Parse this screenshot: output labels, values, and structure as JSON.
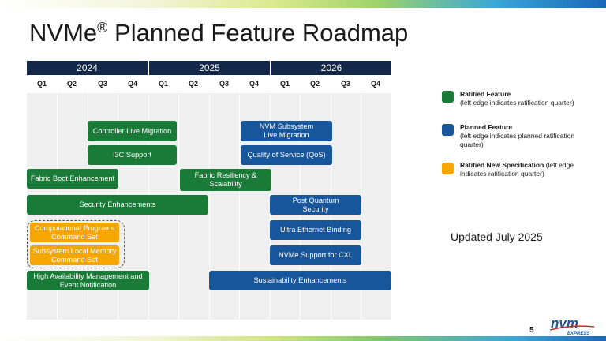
{
  "slide": {
    "title": "NVMe",
    "title_sup": "®",
    "title_rest": " Planned Feature Roadmap",
    "updated": "Updated July 2025",
    "page_number": "5",
    "logo_text": "nvm",
    "logo_sub": "EXPRESS"
  },
  "timeline": {
    "years": [
      "2024",
      "2025",
      "2026"
    ],
    "quarters": [
      "Q1",
      "Q2",
      "Q3",
      "Q4",
      "Q1",
      "Q2",
      "Q3",
      "Q4",
      "Q1",
      "Q2",
      "Q3",
      "Q4"
    ]
  },
  "features": [
    {
      "label": "Controller Live Migration",
      "type": "ratified"
    },
    {
      "label": "NVM Subsystem Live Migration",
      "type": "planned"
    },
    {
      "label": "I3C Support",
      "type": "ratified"
    },
    {
      "label": "Quality of Service (QoS)",
      "type": "planned"
    },
    {
      "label": "Fabric Boot Enhancement",
      "type": "ratified"
    },
    {
      "label": "Fabric Resiliency & Scalability",
      "type": "ratified"
    },
    {
      "label": "Security Enhancements",
      "type": "ratified"
    },
    {
      "label": "Post Quantum Security",
      "type": "planned"
    },
    {
      "label": "Computational Programs Command Set",
      "type": "new-spec"
    },
    {
      "label": "Ultra Ethernet Binding",
      "type": "planned"
    },
    {
      "label": "Subsystem Local Memory Command Set",
      "type": "new-spec"
    },
    {
      "label": "NVMe Support for CXL",
      "type": "planned"
    },
    {
      "label": "High Availability Management and Event Notification",
      "type": "ratified"
    },
    {
      "label": "Sustainability Enhancements",
      "type": "planned"
    }
  ],
  "legend": [
    {
      "title": "Ratified Feature",
      "desc": "(left edge indicates ratification quarter)",
      "color": "#1a7a38"
    },
    {
      "title": "Planned Feature",
      "desc": "(left edge indicates planned ratification quarter)",
      "color": "#17569a"
    },
    {
      "title": "Ratified New Specification",
      "desc": " (left edge indicates ratification quarter)",
      "color": "#f5a600"
    }
  ],
  "colors": {
    "year_header": "#14284a",
    "ratified": "#1a7a38",
    "planned": "#17569a",
    "new_spec": "#f5a600"
  }
}
